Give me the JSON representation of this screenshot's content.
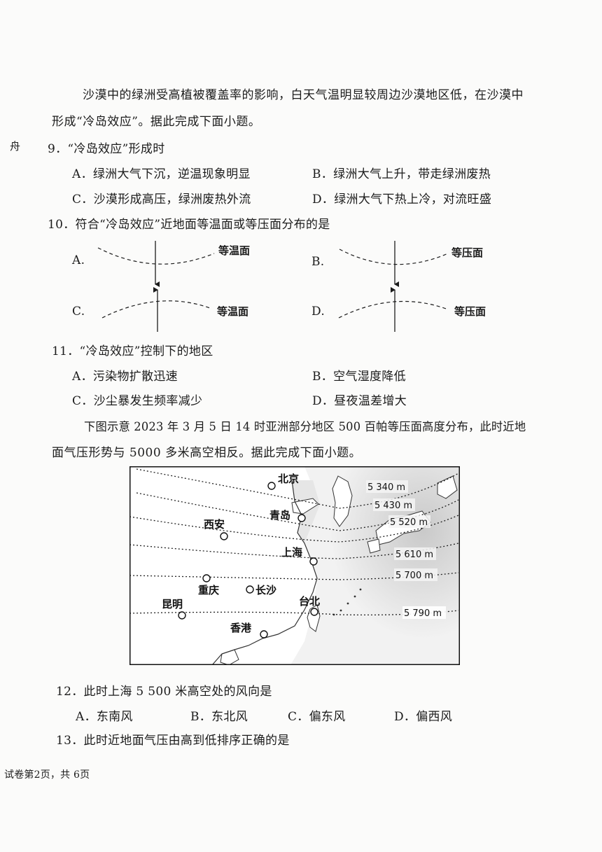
{
  "margin_mark": "舟",
  "intro1": {
    "line1": "沙漠中的绿洲受高植被覆盖率的影响，白天气温明显较周边沙漠地区低，在沙漠中",
    "line2": "形成“冷岛效应”。据此完成下面小题。"
  },
  "q9": {
    "stem": "9．“冷岛效应”形成时",
    "a": "A．绿洲大气下沉，逆温现象明显",
    "b": "B．绿洲大气上升，带走绿洲废热",
    "c": "C．沙漠形成高压，绿洲废热外流",
    "d": "D．绿洲大气下热上冷，对流旺盛"
  },
  "q10": {
    "stem": "10．符合“冷岛效应”近地面等温面或等压面分布的是",
    "a_letter": "A.",
    "a_label": "等温面",
    "b_letter": "B.",
    "b_label": "等压面",
    "c_letter": "C.",
    "c_label": "等温面",
    "d_letter": "D.",
    "d_label": "等压面"
  },
  "q11": {
    "stem": "11．“冷岛效应”控制下的地区",
    "a": "A．污染物扩散迅速",
    "b": "B．空气湿度降低",
    "c": "C．沙尘暴发生频率减少",
    "d": "D．昼夜温差增大"
  },
  "intro2": {
    "line1": "下图示意 2023 年 3 月 5 日 14 时亚洲部分地区 500 百帕等压面高度分布，此时近地",
    "line2": "面气压形势与 5000 多米高空相反。据此完成下面小题。"
  },
  "map": {
    "cities": {
      "beijing": "北京",
      "qingdao": "青岛",
      "xian": "西安",
      "shanghai": "上海",
      "chongqing": "重庆",
      "changsha": "长沙",
      "kunming": "昆明",
      "taibei": "台北",
      "xianggang": "香港"
    },
    "contours": {
      "c5340": "5 340 m",
      "c5430": "5 430 m",
      "c5520": "5 520 m",
      "c5610": "5 610 m",
      "c5700": "5 700 m",
      "c5790": "5 790 m"
    }
  },
  "q12": {
    "stem": "12．此时上海 5 500 米高空处的风向是",
    "a": "A．东南风",
    "b": "B．东北风",
    "c": "C．偏东风",
    "d": "D．偏西风"
  },
  "q13": {
    "stem": "13．此时近地面气压由高到低排序正确的是"
  },
  "footer": "试卷第2页，共 6页"
}
